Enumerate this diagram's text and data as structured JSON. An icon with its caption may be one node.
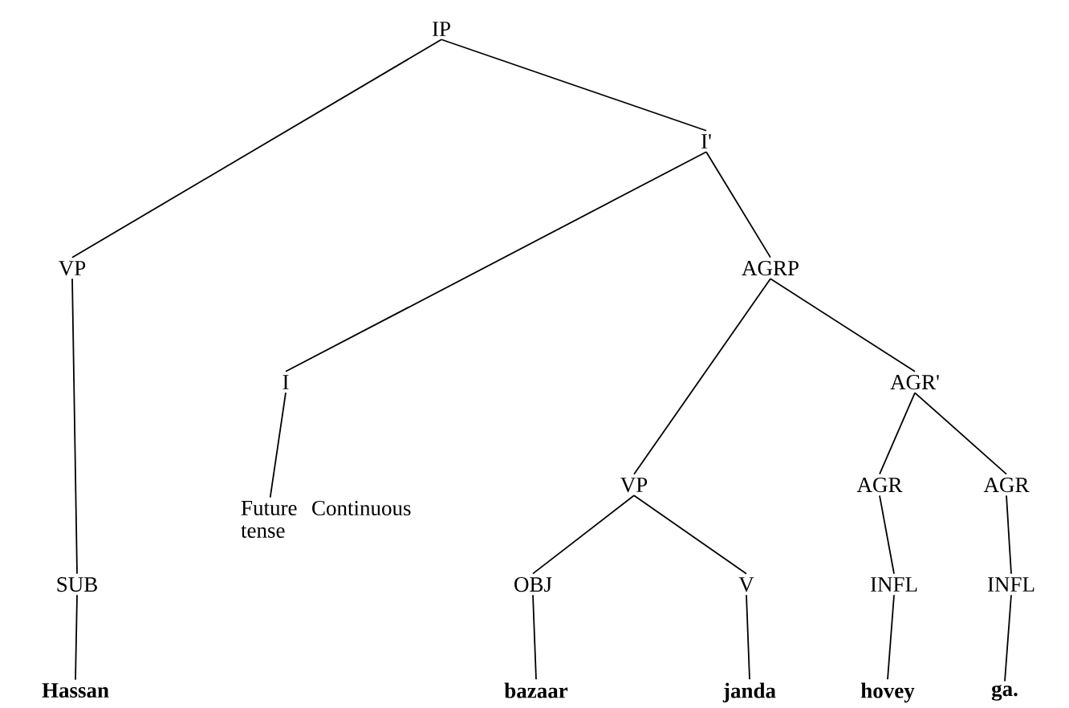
{
  "diagram": {
    "nodes": [
      {
        "text": [
          "IP"
        ]
      },
      {
        "text": [
          "I'"
        ]
      },
      {
        "text": [
          "VP"
        ]
      },
      {
        "text": [
          "AGRP"
        ]
      },
      {
        "text": [
          "I"
        ]
      },
      {
        "text": [
          "AGR'"
        ]
      },
      {
        "text": [
          "Future tense",
          "Continuous"
        ]
      },
      {
        "text": [
          "VP"
        ]
      },
      {
        "text": [
          "AGR"
        ]
      },
      {
        "text": [
          "AGR"
        ]
      },
      {
        "text": [
          "SUB"
        ]
      },
      {
        "text": [
          "OBJ"
        ]
      },
      {
        "text": [
          "V"
        ]
      },
      {
        "text": [
          "INFL"
        ]
      },
      {
        "text": [
          "INFL"
        ]
      },
      {
        "text": [
          "**Hassan**"
        ]
      },
      {
        "text": [
          "**bazaar**"
        ]
      },
      {
        "text": [
          "**janda**"
        ]
      },
      {
        "text": [
          "**hovey**"
        ]
      },
      {
        "text": [
          "**ga.**"
        ]
      }
    ],
    "edges": [
      {
        "from": 0,
        "to": 2,
        "arrow": "none"
      },
      {
        "from": 0,
        "to": 1,
        "arrow": "none"
      },
      {
        "from": 1,
        "to": 4,
        "arrow": "none"
      },
      {
        "from": 1,
        "to": 3,
        "arrow": "none"
      },
      {
        "from": 2,
        "to": 10,
        "arrow": "none"
      },
      {
        "from": 4,
        "to": 6,
        "arrow": "none"
      },
      {
        "from": 3,
        "to": 7,
        "arrow": "none"
      },
      {
        "from": 3,
        "to": 5,
        "arrow": "none"
      },
      {
        "from": 5,
        "to": 8,
        "arrow": "none"
      },
      {
        "from": 5,
        "to": 9,
        "arrow": "none"
      },
      {
        "from": 7,
        "to": 11,
        "arrow": "none"
      },
      {
        "from": 7,
        "to": 12,
        "arrow": "none"
      },
      {
        "from": 8,
        "to": 13,
        "arrow": "none"
      },
      {
        "from": 9,
        "to": 14,
        "arrow": "none"
      },
      {
        "from": 10,
        "to": 15,
        "arrow": "none"
      },
      {
        "from": 11,
        "to": 16,
        "arrow": "none"
      },
      {
        "from": 12,
        "to": 17,
        "arrow": "none"
      },
      {
        "from": 13,
        "to": 18,
        "arrow": "none"
      },
      {
        "from": 14,
        "to": 19,
        "arrow": "none"
      }
    ]
  }
}
